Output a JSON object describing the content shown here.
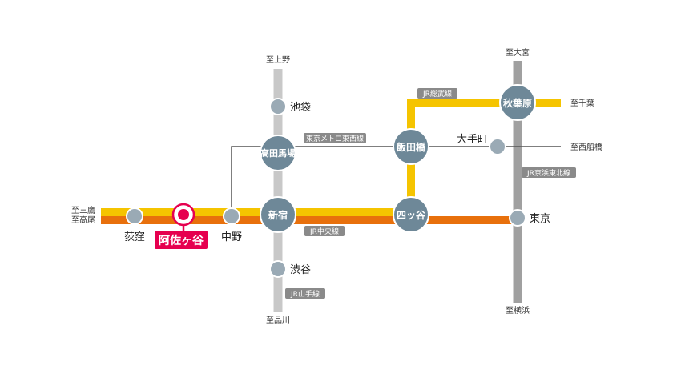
{
  "colors": {
    "chuo_yellow": "#f5c400",
    "chuo_orange": "#e8700c",
    "gray_line": "#c8c8c8",
    "keihin_gray": "#a0a0a0",
    "tozai_line": "#555555",
    "station_fill": "#6e8898",
    "highlight": "#e6004f",
    "tag_bg": "#8a8a8a"
  },
  "destinations": {
    "mitaka": "至三鷹",
    "takao": "至高尾",
    "ueno": "至上野",
    "shinagawa": "至品川",
    "omiya": "至大宮",
    "yokohama": "至横浜",
    "chiba": "至千葉",
    "nishifunabashi": "至西船橋"
  },
  "stations": {
    "ogikubo": "荻窪",
    "asagaya": "阿佐ヶ谷",
    "nakano": "中野",
    "shinjuku": "新宿",
    "ikebukuro": "池袋",
    "takadanobaba": "高田馬場",
    "shibuya": "渋谷",
    "iidabashi": "飯田橋",
    "yotsuya": "四ッ谷",
    "akihabara": "秋葉原",
    "otemachi": "大手町",
    "tokyo": "東京"
  },
  "lines": {
    "tozai": "東京メトロ東西線",
    "sobu": "JR総武線",
    "chuo": "JR中央線",
    "yamanote": "JR山手線",
    "keihin_tohoku": "JR京浜東北線"
  }
}
